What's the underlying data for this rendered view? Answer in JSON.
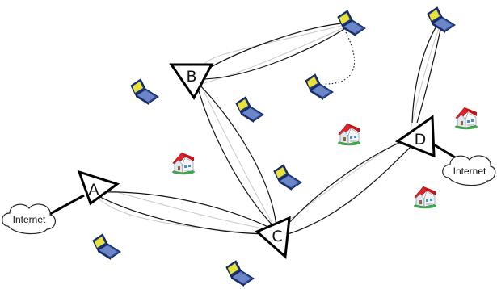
{
  "nodes": [
    {
      "id": "A",
      "label": "A"
    },
    {
      "id": "B",
      "label": "B"
    },
    {
      "id": "C",
      "label": "C"
    },
    {
      "id": "D",
      "label": "D"
    }
  ],
  "clouds": [
    {
      "id": "internet-left",
      "label": "Internet"
    },
    {
      "id": "internet-right",
      "label": "Internet"
    }
  ],
  "icons": {
    "laptop": "laptop-icon",
    "house": "house-icon"
  },
  "colors": {
    "laptop_screen": "#e8e23a",
    "laptop_body": "#3b58a8",
    "house_roof": "#e0242b",
    "house_wall": "#eef2f6",
    "house_grass": "#3fa84a"
  }
}
